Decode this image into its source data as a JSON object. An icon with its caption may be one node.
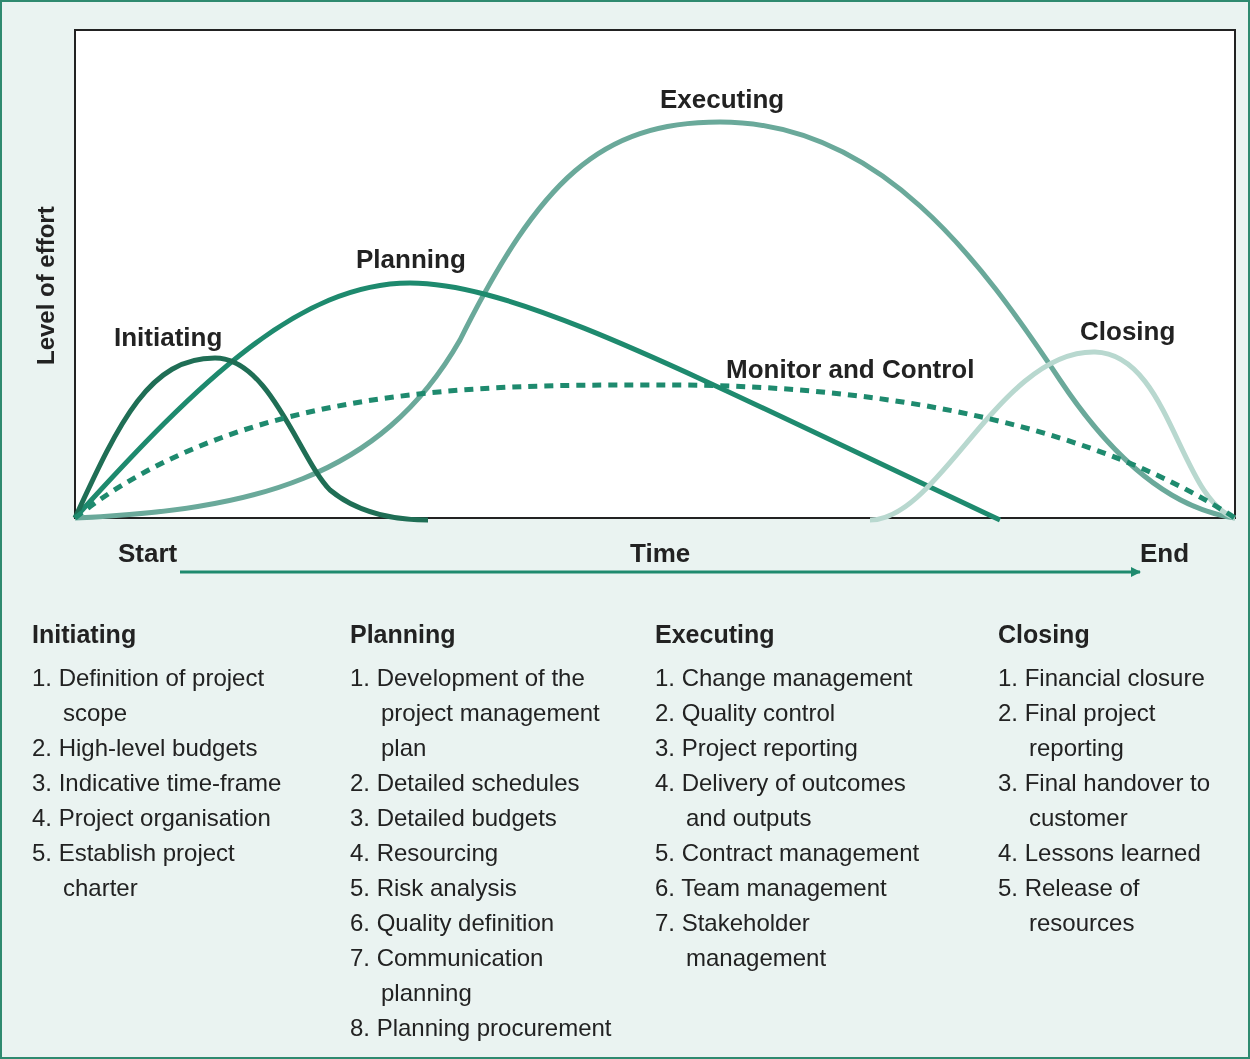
{
  "diagram": {
    "labels": [
      "Level of effort",
      "Executing",
      "Planning",
      "Initiating",
      "Closing",
      "Monitor and Control",
      "Start",
      "Time",
      "End",
      "Initiating",
      "1. Definition of project scope",
      "2. High-level budgets",
      "3. Indicative time-frame",
      "4. Project organisation",
      "5. Establish project charter",
      "Planning",
      "1. Development of the project management plan",
      "2. Detailed schedules",
      "3. Detailed budgets",
      "4. Resourcing",
      "5. Risk analysis",
      "6. Quality definition",
      "7. Communication planning",
      "8. Planning procurement",
      "Executing",
      "1. Change management",
      "2. Quality control",
      "3. Project reporting",
      "4. Delivery of outcomes and outputs",
      "5. Contract management",
      "6. Team management",
      "7. Stakeholder management",
      "Closing",
      "1. Financial closure",
      "2. Final project reporting",
      "3. Final handover to customer",
      "4. Lessons learned",
      "5. Release of resources"
    ]
  }
}
